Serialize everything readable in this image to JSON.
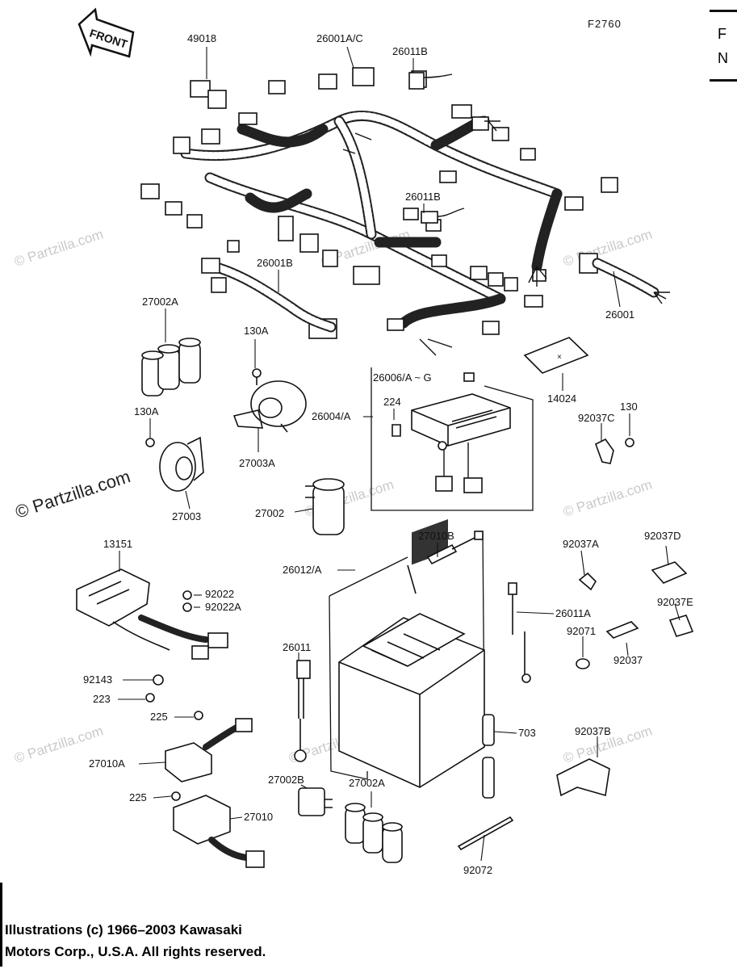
{
  "figure_code": "F2760",
  "front_arrow_label": "FRONT",
  "watermark_text": "© Partzilla.com",
  "corner_partial": [
    "F",
    "N"
  ],
  "parts": {
    "p49018": "49018",
    "p26001AC": "26001A/C",
    "p26011B_top": "26011B",
    "p26011B_mid": "26011B",
    "p26001B": "26001B",
    "p26001": "26001",
    "p27002A_top": "27002A",
    "p130A_top": "130A",
    "p130A_left": "130A",
    "p27003A": "27003A",
    "p27003": "27003",
    "p27002": "27002",
    "p26006": "26006/A ~ G",
    "p224": "224",
    "p26004": "26004/A",
    "p14024": "14024",
    "p130": "130",
    "p92037C": "92037C",
    "p13151": "13151",
    "p92022": "92022",
    "p92022A": "92022A",
    "p27010B": "27010B",
    "p26012": "26012/A",
    "p92037A": "92037A",
    "p92037D": "92037D",
    "p26011A": "26011A",
    "p92037E": "92037E",
    "p92071": "92071",
    "p92037": "92037",
    "p92143": "92143",
    "p223": "223",
    "p26011": "26011",
    "p225_a": "225",
    "p27010A": "27010A",
    "p703": "703",
    "p92037B": "92037B",
    "p225_b": "225",
    "p27002B": "27002B",
    "p27002A_bottom": "27002A",
    "p27010": "27010",
    "p92072": "92072"
  },
  "footer": {
    "line1": "Illustrations (c) 1966–2003 Kawasaki",
    "line2": "Motors Corp., U.S.A.  All rights reserved."
  }
}
